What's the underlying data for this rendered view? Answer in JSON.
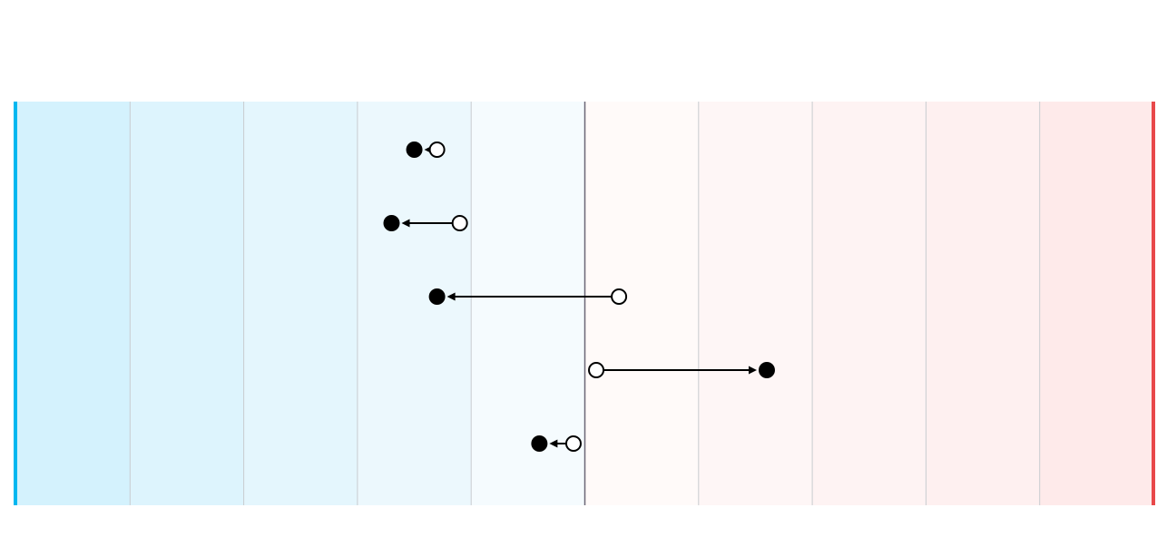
{
  "chart_data": {
    "type": "scatter",
    "subtype": "dumbbell-arrow",
    "title": "",
    "xlabel": "",
    "ylabel": "",
    "xlim": [
      -50,
      50
    ],
    "grid": true,
    "grid_step": 10,
    "legend": "none",
    "colors": {
      "left_edge": "#00b7f0",
      "right_edge": "#e8484a",
      "left_bands": [
        "#d4f2fd",
        "#ddf4fd",
        "#e4f6fd",
        "#ecf8fd",
        "#f5fbfe"
      ],
      "right_bands": [
        "#fffaf9",
        "#fef6f6",
        "#fef3f3",
        "#fef0f0",
        "#feeaea"
      ],
      "center_line": "#6b6676",
      "grid_line": "#c8ccd0",
      "marker": "#000000",
      "arrow": "#000000"
    },
    "rows": [
      {
        "from": -13,
        "to": -15
      },
      {
        "from": -11,
        "to": -17
      },
      {
        "from": 3,
        "to": -13
      },
      {
        "from": 1,
        "to": 16
      },
      {
        "from": -1,
        "to": -4
      }
    ]
  }
}
